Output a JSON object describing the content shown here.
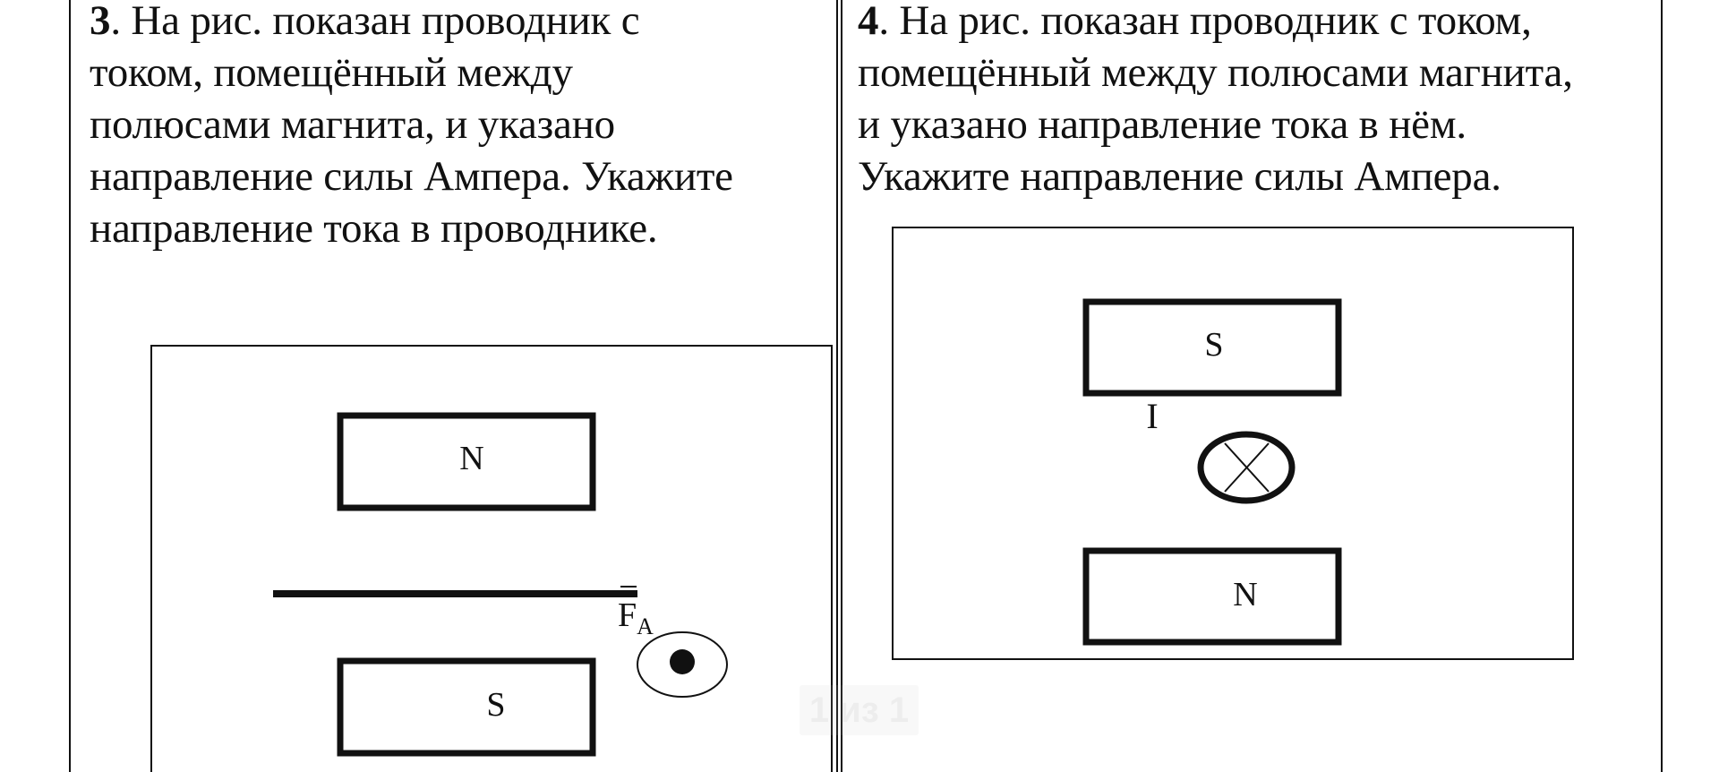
{
  "task3": {
    "number": "3",
    "lines": [
      ". На рис. показан проводник с",
      "током, помещённый между",
      "полюсами магнита, и указано",
      "направление силы Ампера. Укажите",
      "направление тока в проводнике."
    ],
    "figure": {
      "top_magnet": "N",
      "bottom_magnet": "S",
      "force_label": "F",
      "force_subscript": "A"
    }
  },
  "task4": {
    "number": "4",
    "lines": [
      ". На рис. показан проводник с током,",
      "помещённый между полюсами магнита,",
      "и указано направление тока в нём.",
      "Укажите направление силы Ампера."
    ],
    "figure": {
      "top_magnet": "S",
      "bottom_magnet": "N",
      "current_label": "I"
    }
  },
  "page_indicator": "1 из 1"
}
